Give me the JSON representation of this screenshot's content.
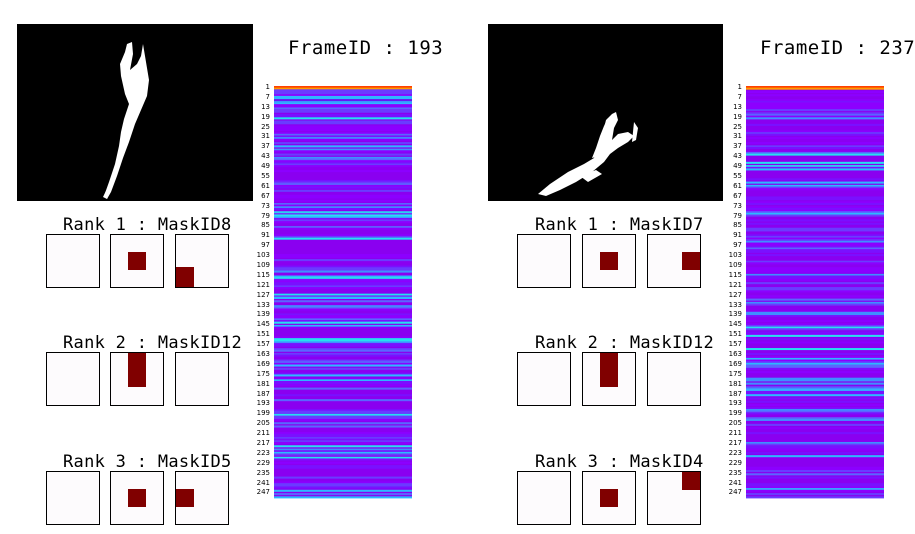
{
  "colors": {
    "heatmap_base": "#8a00f0",
    "block": "#800000",
    "cell_bg": "#fdfbfd"
  },
  "ticks": [
    "1",
    "7",
    "13",
    "19",
    "25",
    "31",
    "37",
    "43",
    "49",
    "55",
    "61",
    "67",
    "73",
    "79",
    "85",
    "91",
    "97",
    "103",
    "109",
    "115",
    "121",
    "127",
    "133",
    "139",
    "145",
    "151",
    "157",
    "163",
    "169",
    "175",
    "181",
    "187",
    "193",
    "199",
    "205",
    "211",
    "217",
    "223",
    "229",
    "235",
    "241",
    "247"
  ],
  "panels": [
    {
      "frame_label": "FrameID : 193",
      "ranks": [
        {
          "label": "Rank  1 : MaskID8",
          "cells": [
            [],
            [
              [
                0.33,
                0.33,
                0.35,
                0.35
              ]
            ],
            [
              [
                0,
                0.62,
                0.35,
                0.38
              ]
            ]
          ]
        },
        {
          "label": "Rank  2 : MaskID12",
          "cells": [
            [],
            [
              [
                0.33,
                0,
                0.35,
                0.65
              ]
            ],
            []
          ]
        },
        {
          "label": "Rank  3 : MaskID5",
          "cells": [
            [],
            [
              [
                0.33,
                0.33,
                0.35,
                0.35
              ]
            ],
            [
              [
                0,
                0.33,
                0.35,
                0.35
              ]
            ]
          ]
        }
      ],
      "heatmap_seed": 193
    },
    {
      "frame_label": "FrameID : 237",
      "ranks": [
        {
          "label": "Rank  1 : MaskID7",
          "cells": [
            [],
            [
              [
                0.33,
                0.33,
                0.35,
                0.35
              ]
            ],
            [
              [
                0.65,
                0.33,
                0.35,
                0.35
              ]
            ]
          ]
        },
        {
          "label": "Rank  2 : MaskID12",
          "cells": [
            [],
            [
              [
                0.33,
                0,
                0.35,
                0.65
              ]
            ],
            []
          ]
        },
        {
          "label": "Rank  3 : MaskID4",
          "cells": [
            [],
            [
              [
                0.33,
                0.33,
                0.35,
                0.35
              ]
            ],
            [
              [
                0.65,
                0,
                0.35,
                0.35
              ]
            ]
          ]
        }
      ],
      "heatmap_seed": 237
    }
  ]
}
